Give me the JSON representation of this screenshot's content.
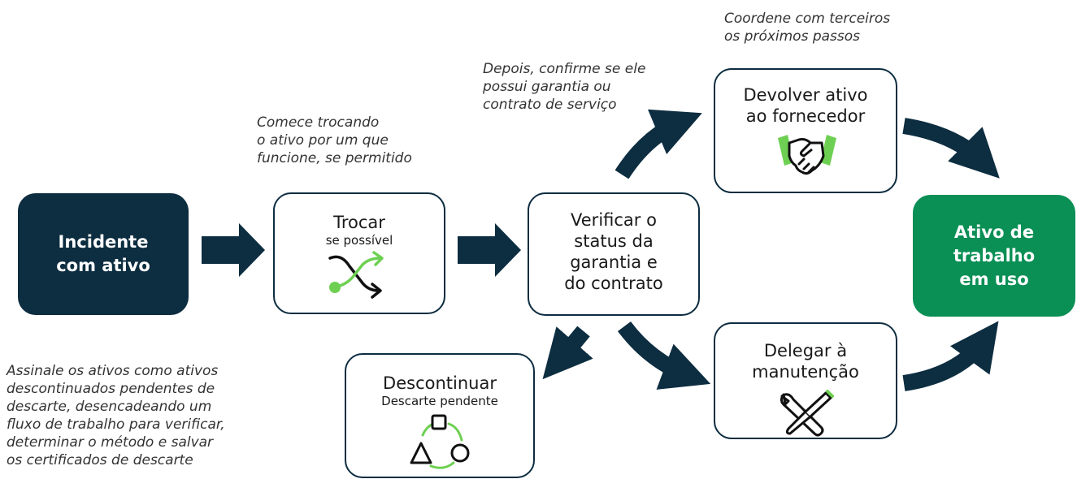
{
  "colors": {
    "navy": "#0d2d40",
    "green": "#0a8f55",
    "accent": "#6ed052"
  },
  "nodes": {
    "incident": {
      "line1": "Incidente",
      "line2": "com ativo"
    },
    "swap": {
      "title": "Trocar",
      "subtitle": "se possível",
      "icon": "shuffle-icon"
    },
    "verify": {
      "line1": "Verificar o",
      "line2": "status da",
      "line3": "garantia e",
      "line4": "do contrato"
    },
    "return": {
      "line1": "Devolver ativo",
      "line2": "ao fornecedor",
      "icon": "handshake-icon"
    },
    "delegate": {
      "line1": "Delegar à",
      "line2": "manutenção",
      "icon": "tools-icon"
    },
    "discontinue": {
      "title": "Descontinuar",
      "subtitle": "Descarte pendente",
      "icon": "shapes-cycle-icon"
    },
    "working": {
      "line1": "Ativo de",
      "line2": "trabalho",
      "line3": "em uso"
    }
  },
  "notes": {
    "swap": "Comece trocando\no ativo por um que\nfuncione, se permitido",
    "verify": "Depois, confirme se ele\npossui garantia ou\ncontrato de serviço",
    "return": "Coordene com terceiros\nos próximos passos",
    "discontinue": "Assinale os ativos como ativos\ndescontinuados pendentes de\ndescarte, desencadeando um\nfluxo de trabalho para verificar,\ndeterminar o método e salvar\nos certificados de descarte"
  }
}
